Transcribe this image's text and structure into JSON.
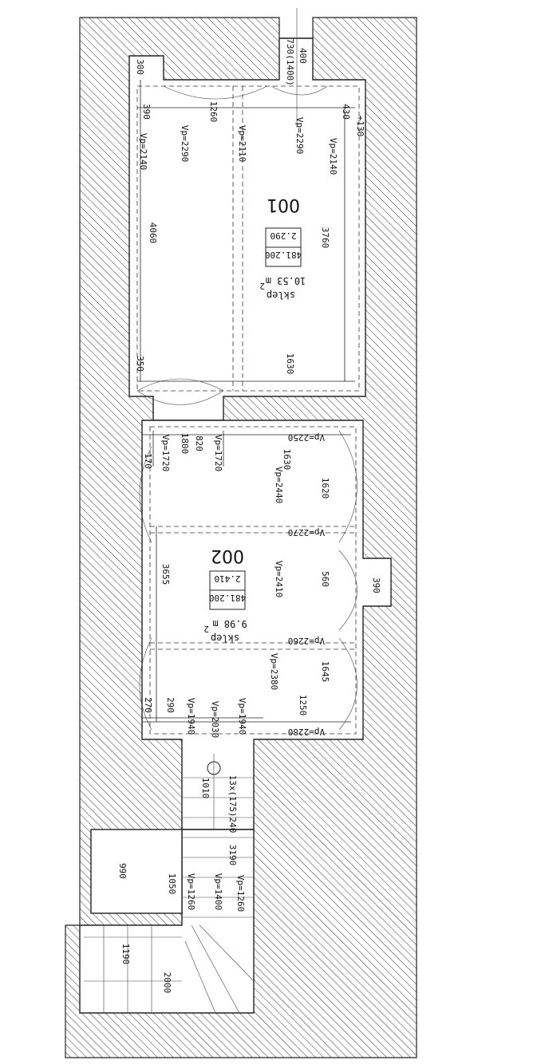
{
  "rooms": {
    "r001": {
      "number": "001",
      "elevation": "481.200",
      "height": "2.290",
      "area": "10.53 m",
      "area_sup": "2",
      "name": "sklep"
    },
    "r002": {
      "number": "002",
      "elevation": "481.200",
      "height": "2.410",
      "area": "9.98 m",
      "area_sup": "2",
      "name": "sklep"
    }
  },
  "dims": {
    "d400": "400",
    "d730": "730(1400)",
    "d300": "300",
    "d390a": "390",
    "d1260a": "1260",
    "d430": "430",
    "d130": "+130",
    "vp2290a": "Vp=2290",
    "vp2110": "Vp=2110",
    "vp2290b": "Vp=2290",
    "vp2140a": "Vp=2140",
    "vp2140b": "Vp=2140",
    "d4060": "4060",
    "d3760": "3760",
    "d350": "350",
    "d1630a": "1630",
    "vp2250": "Vp=2250",
    "d170": "170",
    "vp1720a": "Vp=1720",
    "d1800": "1800",
    "d820": "820",
    "vp1720b": "Vp=1720",
    "d1630b": "1630",
    "vp2440": "Vp=2440",
    "d1620": "1620",
    "vp2270": "Vp=2270",
    "d3655": "3655",
    "vp2410": "Vp=2410",
    "d560": "560",
    "d390b": "390",
    "vp2260": "Vp=2260",
    "vp2380": "Vp=2380",
    "d1645": "1645",
    "d270": "270",
    "d290": "290",
    "vp1940a": "Vp=1940",
    "vp2030": "Vp=2030",
    "vp1940b": "Vp=1940",
    "d1250": "1250",
    "vp2280": "Vp=2280",
    "d1010": "1010",
    "stairs": "13x(175)240",
    "d3190": "3190",
    "d990": "990",
    "d1050": "1050",
    "vp1260a": "Vp=1260",
    "vp1400": "Vp=1400",
    "vp1260b": "Vp=1260",
    "d1190": "1190",
    "d2000": "2000"
  }
}
